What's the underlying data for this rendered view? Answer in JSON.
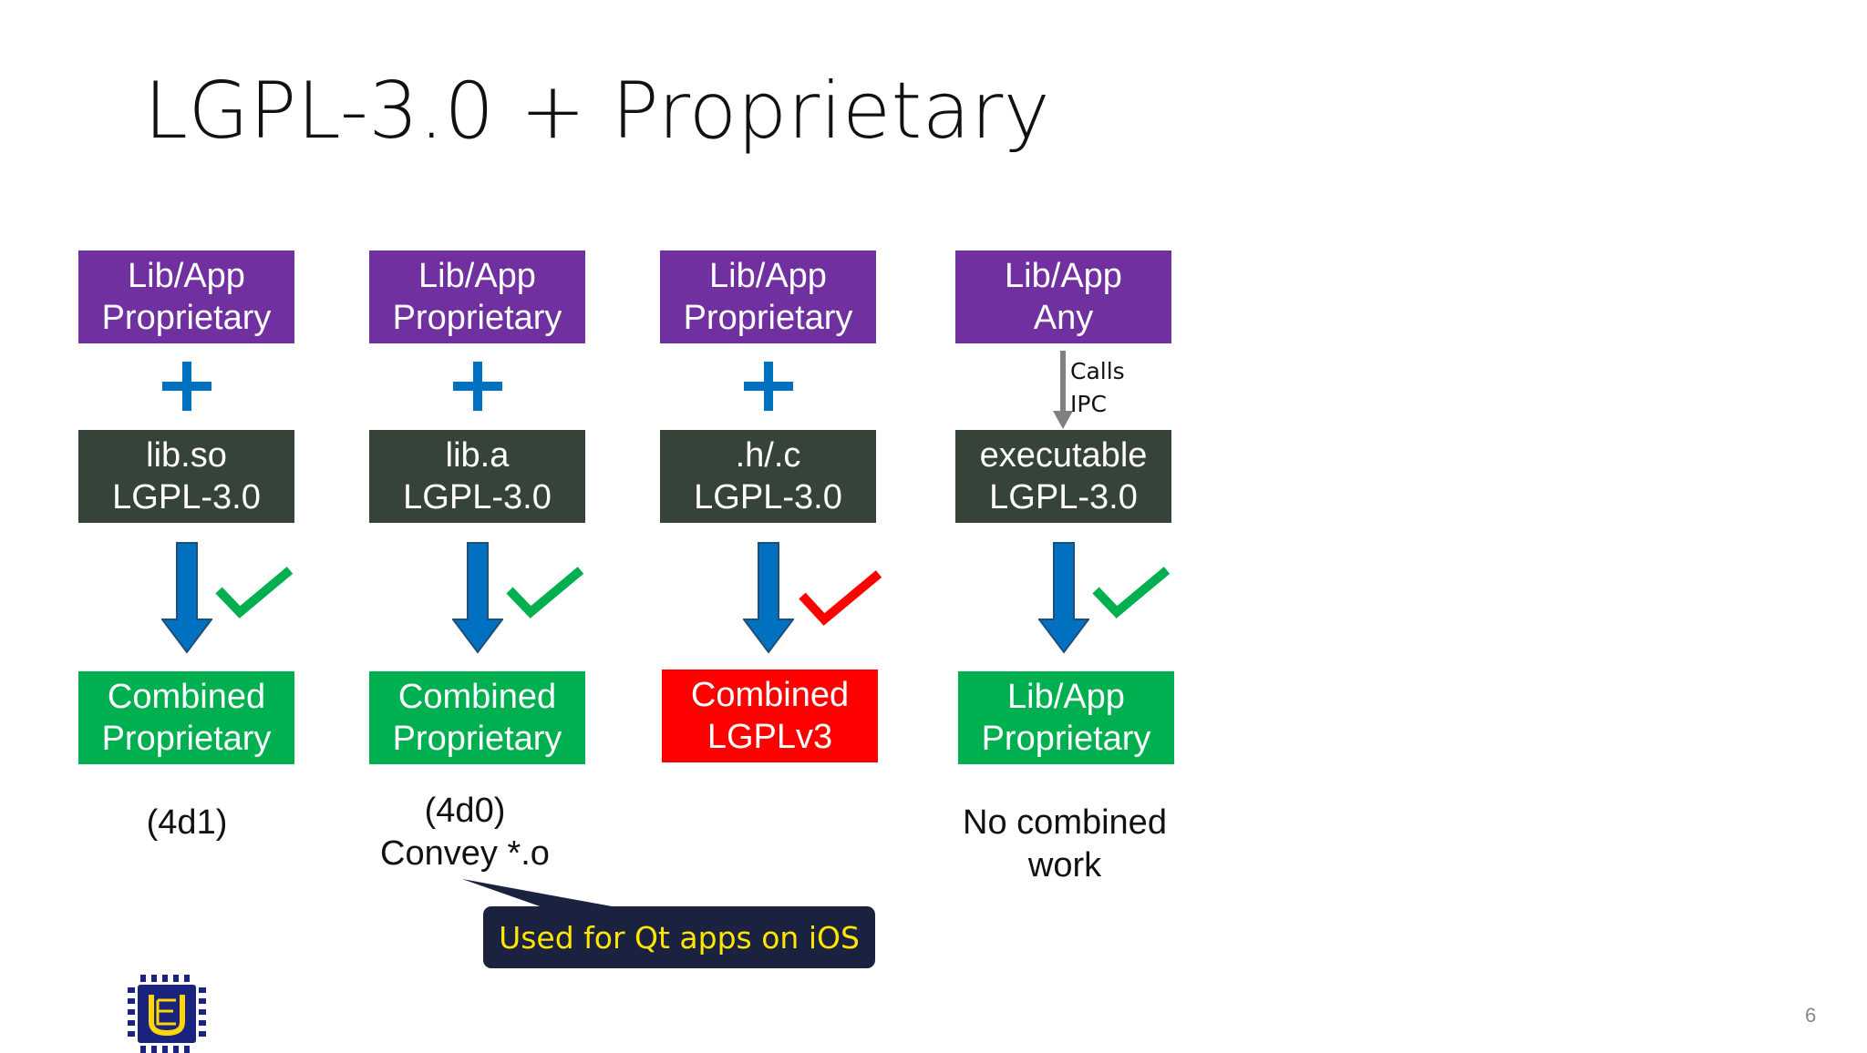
{
  "slide": {
    "title": "LGPL-3.0 + Proprietary",
    "page_number": "6"
  },
  "columns": [
    {
      "top": [
        "Lib/App",
        "Proprietary"
      ],
      "connector": "plus",
      "middle": [
        "lib.so",
        "LGPL-3.0"
      ],
      "result_mark": "green-check",
      "bottom": [
        "Combined",
        "Proprietary"
      ],
      "bottom_color": "#00b050",
      "caption": [
        "(4d1)"
      ]
    },
    {
      "top": [
        "Lib/App",
        "Proprietary"
      ],
      "connector": "plus",
      "middle": [
        "lib.a",
        "LGPL-3.0"
      ],
      "result_mark": "green-check",
      "bottom": [
        "Combined",
        "Proprietary"
      ],
      "bottom_color": "#00b050",
      "caption": [
        "(4d0)",
        "Convey *.o"
      ]
    },
    {
      "top": [
        "Lib/App",
        "Proprietary"
      ],
      "connector": "plus",
      "middle": [
        ".h/.c",
        "LGPL-3.0"
      ],
      "result_mark": "red-check",
      "bottom": [
        "Combined",
        "LGPLv3"
      ],
      "bottom_color": "#ff0000",
      "caption": []
    },
    {
      "top": [
        "Lib/App",
        "Any"
      ],
      "connector": "arrow",
      "connector_label": [
        "Calls",
        "IPC"
      ],
      "middle": [
        "executable",
        "LGPL-3.0"
      ],
      "result_mark": "green-check",
      "bottom": [
        "Lib/App",
        "Proprietary"
      ],
      "bottom_color": "#00b050",
      "caption": [
        "No combined",
        "work"
      ]
    }
  ],
  "callout": {
    "text": "Used for Qt apps on iOS",
    "background": "#1a2240",
    "text_color": "#ffe600"
  },
  "colors": {
    "purple": "#7030a0",
    "dark_gray": "#364338",
    "green": "#00b050",
    "red": "#ff0000",
    "blue_arrow": "#0070c0",
    "plus_blue": "#0070c0"
  },
  "logo": {
    "icon": "chip-logo-icon"
  }
}
